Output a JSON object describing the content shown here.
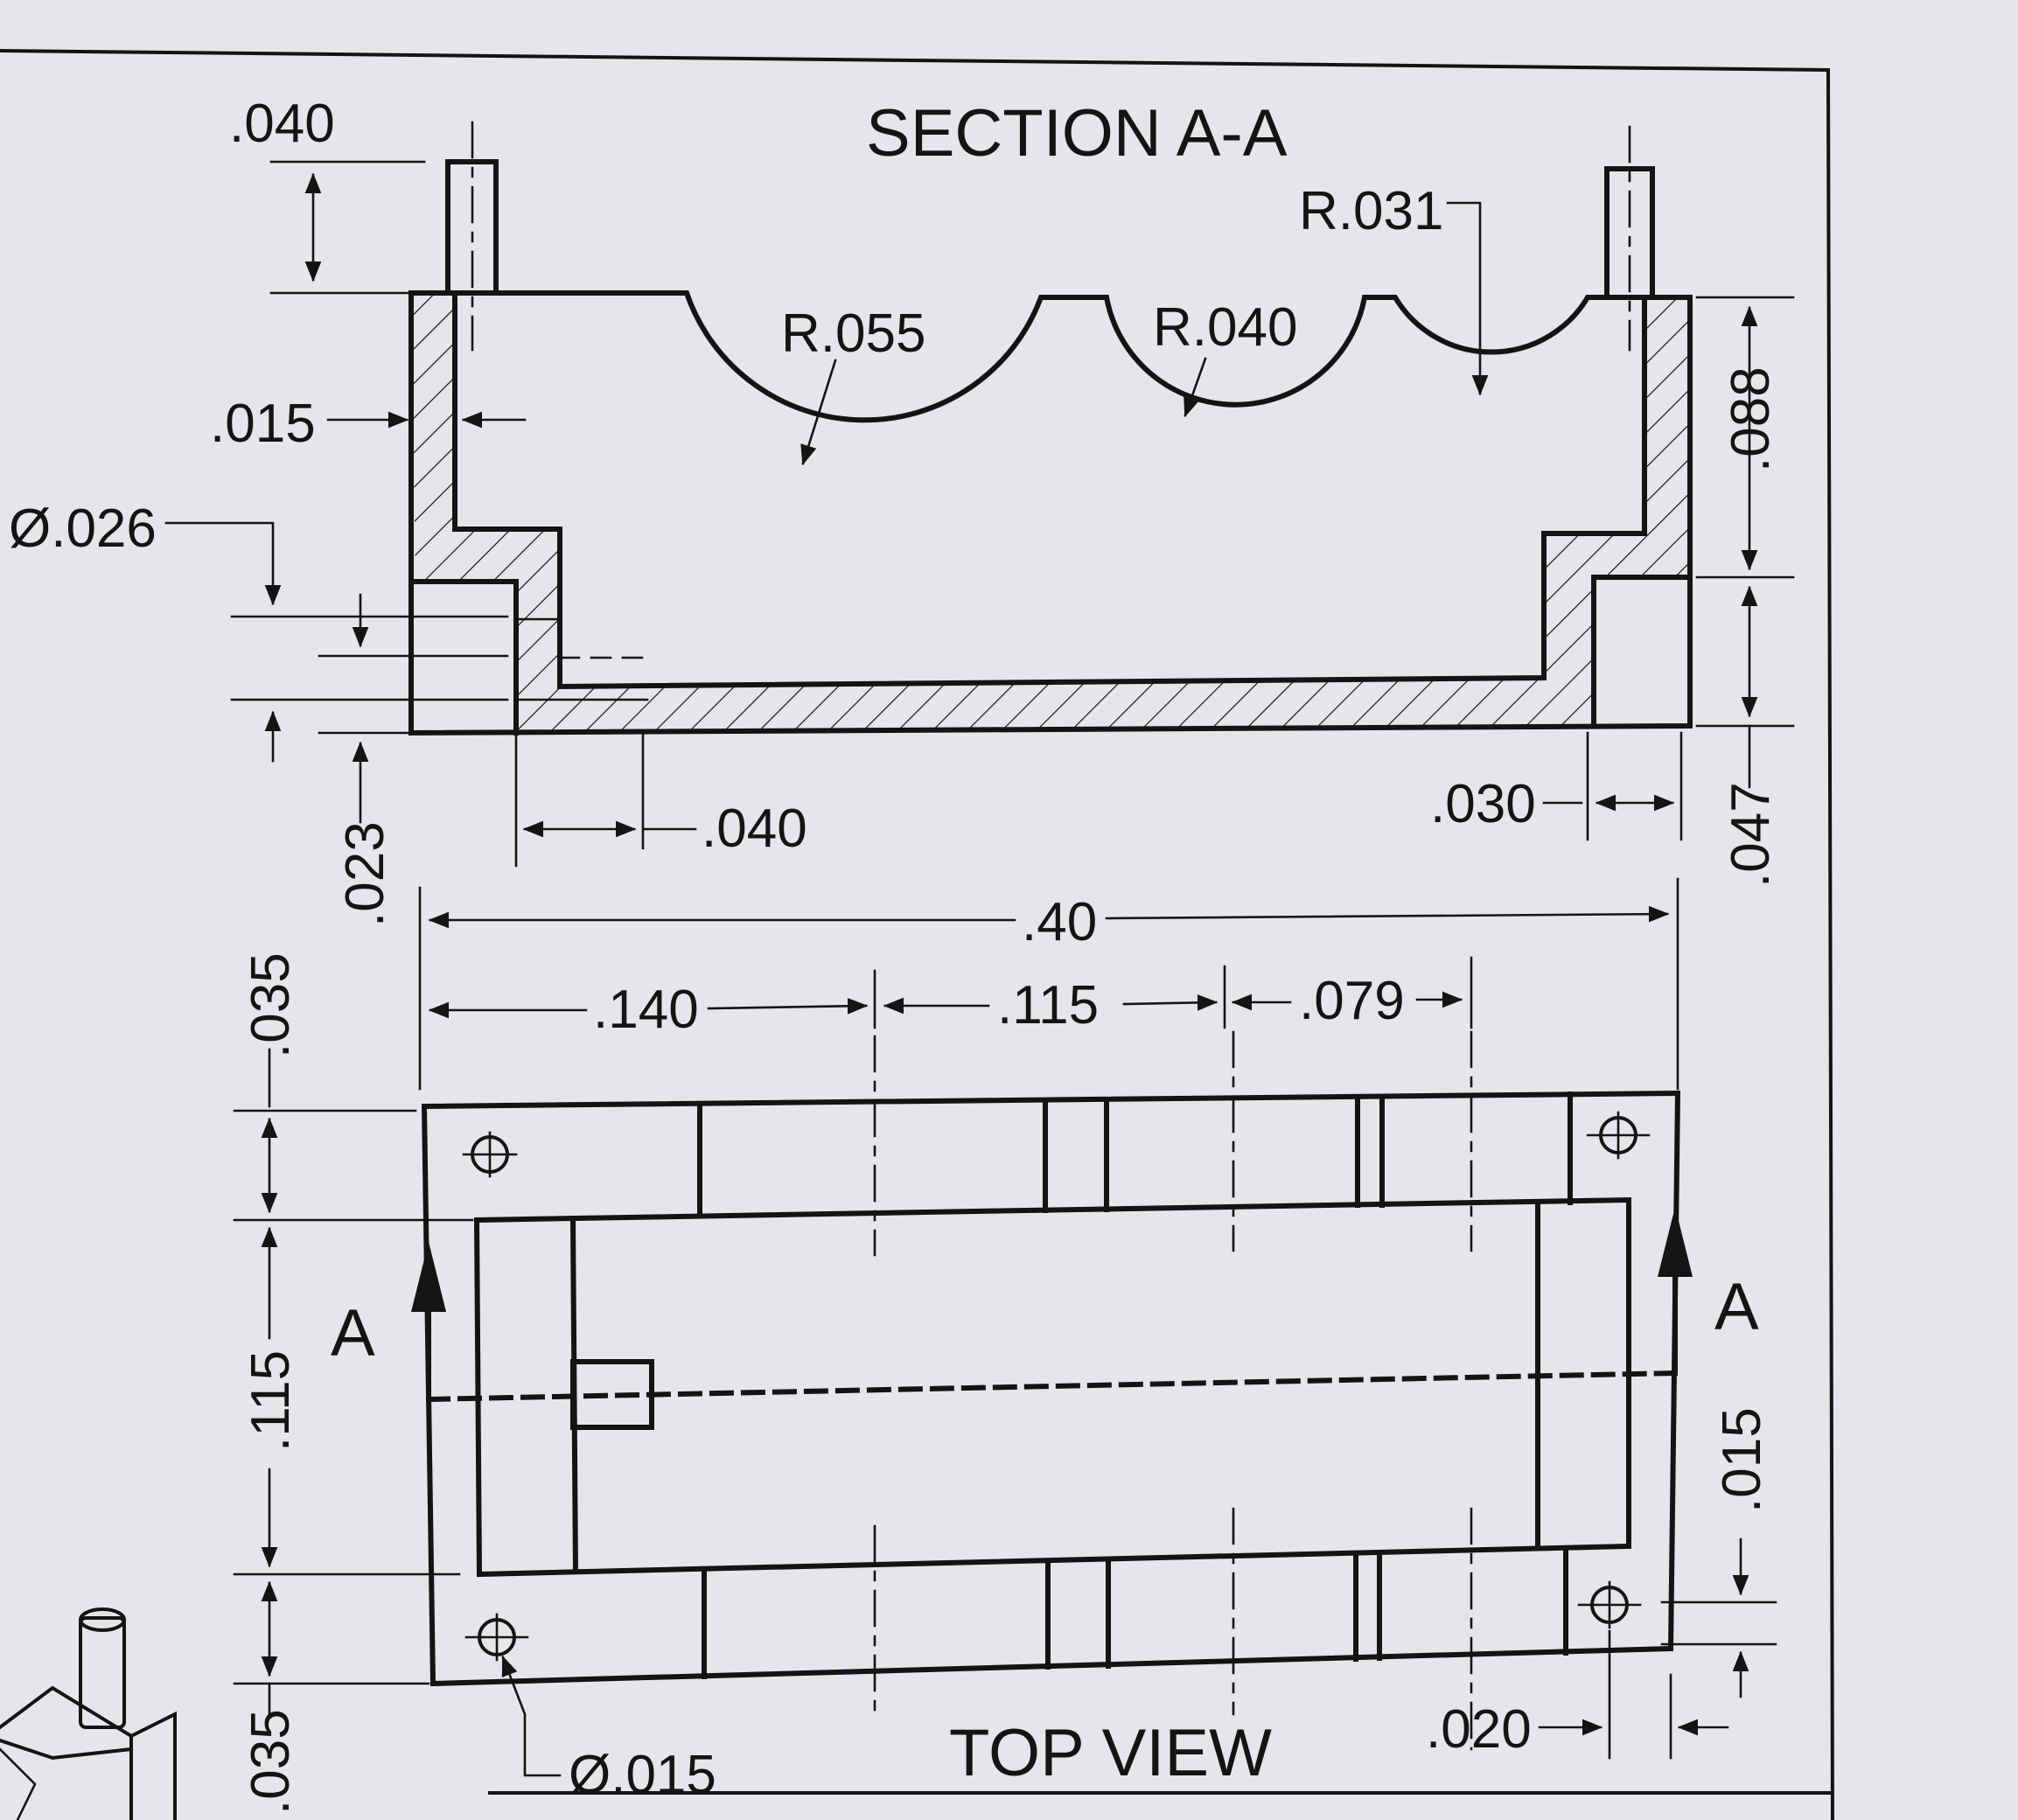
{
  "section_title": "SECTION A-A",
  "view_title": "TOP VIEW",
  "section_marker": "A",
  "dimensions": {
    "pin_height": ".040",
    "wall_thickness": ".015",
    "hole_diameter": "Ø.026",
    "slot_depth": ".023",
    "step_width": ".040",
    "foot_width": ".030",
    "height_upper": ".088",
    "height_lower": ".047",
    "radius_large": "R.055",
    "radius_mid": "R.040",
    "radius_small": "R.031",
    "overall_length": ".40",
    "pos_1": ".140",
    "pos_2": ".115",
    "pos_3": ".079",
    "side_top": ".035",
    "side_mid": ".115",
    "side_bottom": ".035",
    "pin_offset": ".015",
    "edge_offset": ".020",
    "pin_diameter": "Ø.015"
  },
  "colors": {
    "background": "#e4e6e9",
    "ink": "#141414"
  }
}
